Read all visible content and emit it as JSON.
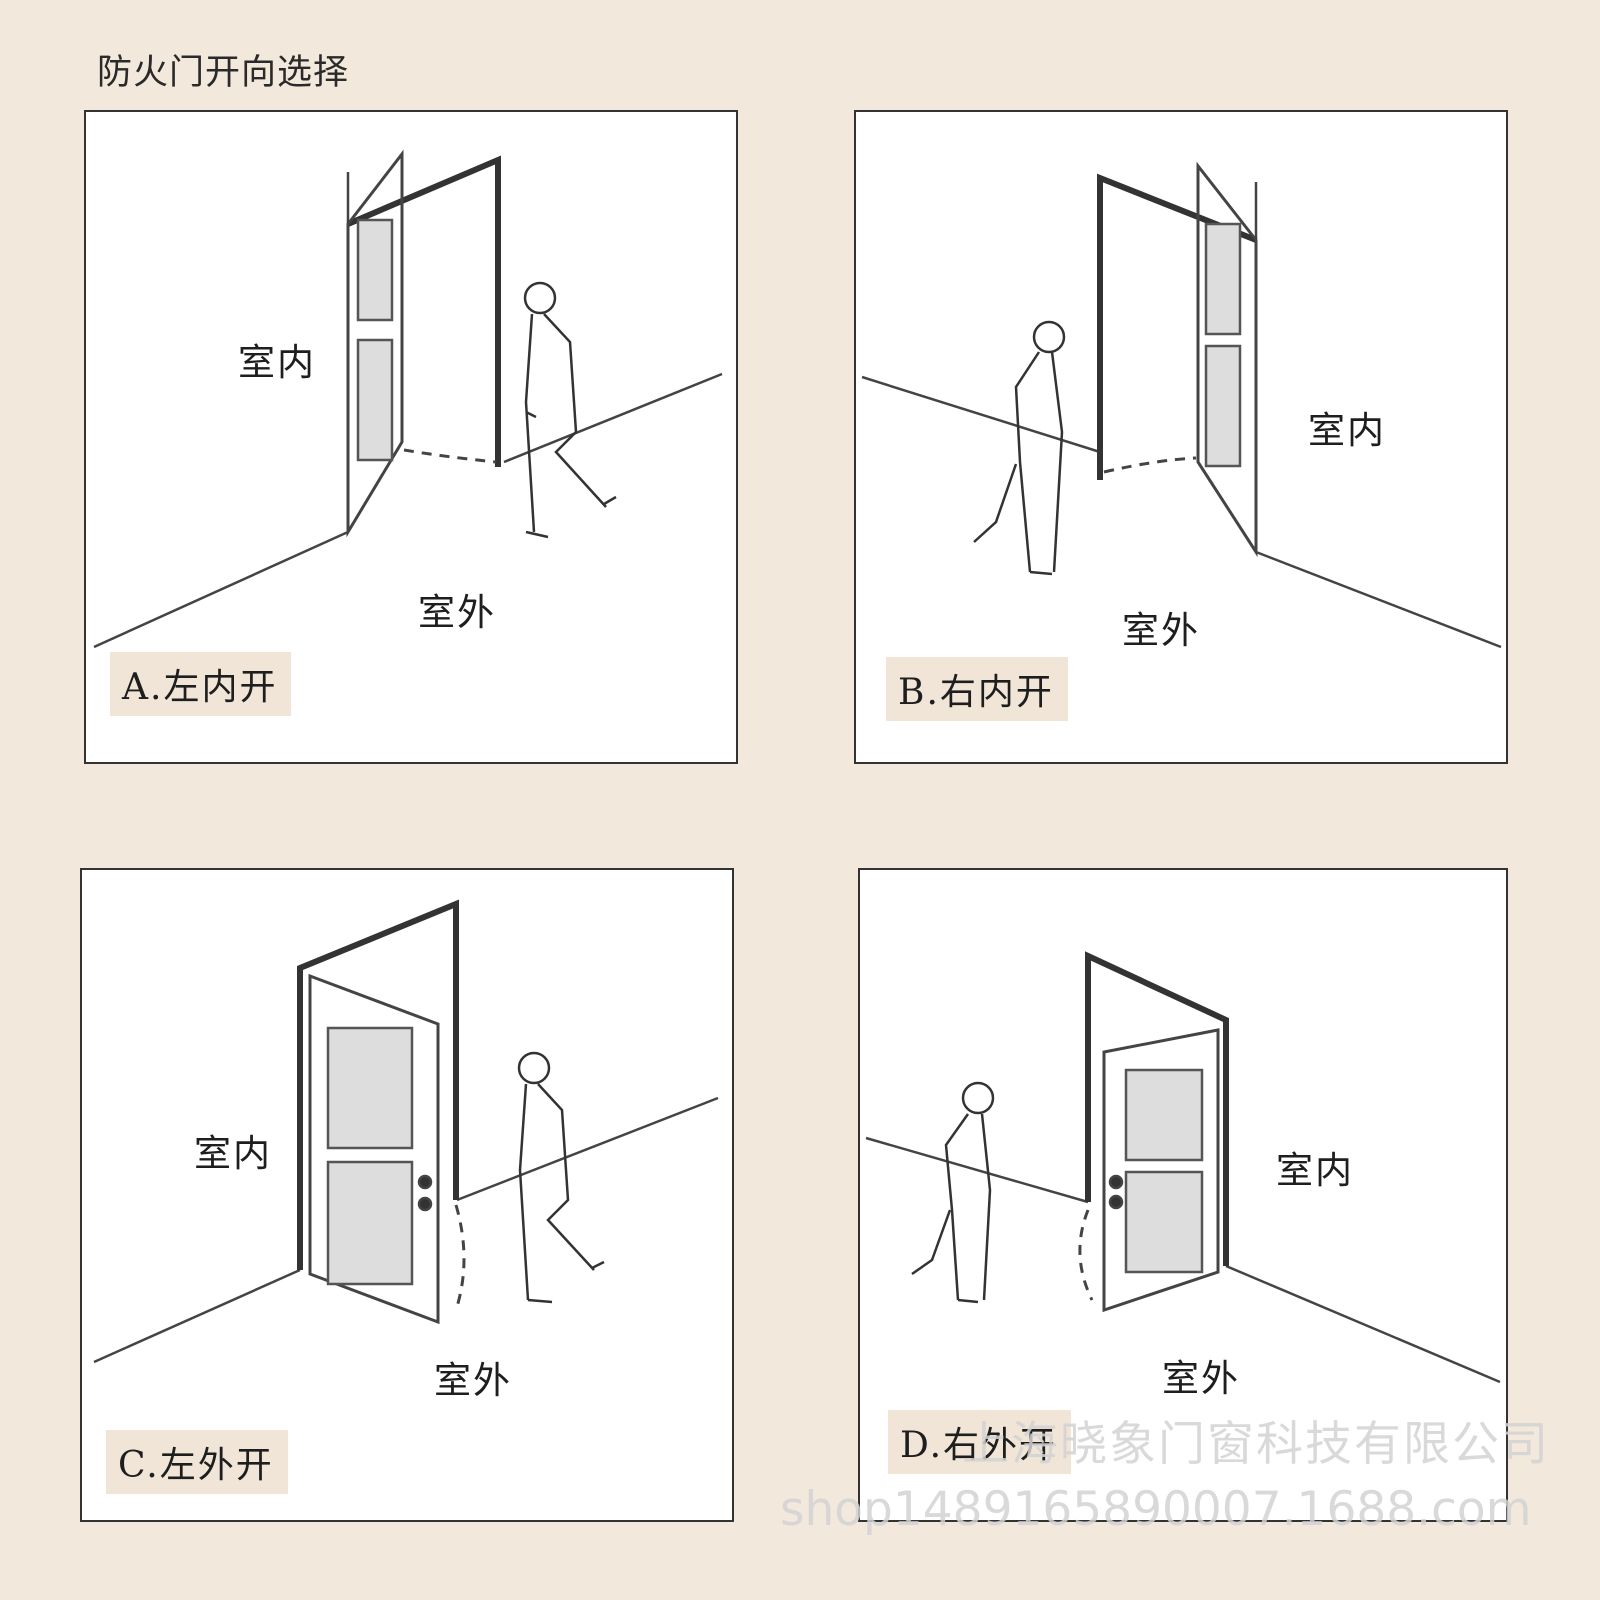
{
  "title": "防火门开向选择",
  "panels": [
    {
      "caption": "A.左内开",
      "indoor": "室内",
      "outdoor": "室外"
    },
    {
      "caption": "B.右内开",
      "indoor": "室内",
      "outdoor": "室外"
    },
    {
      "caption": "C.左外开",
      "indoor": "室内",
      "outdoor": "室外"
    },
    {
      "caption": "D.右外开",
      "indoor": "室内",
      "outdoor": "室外"
    }
  ],
  "watermark": {
    "company": "上海晓象门窗科技有限公司",
    "shop": "shop1489165890007.1688.com"
  }
}
